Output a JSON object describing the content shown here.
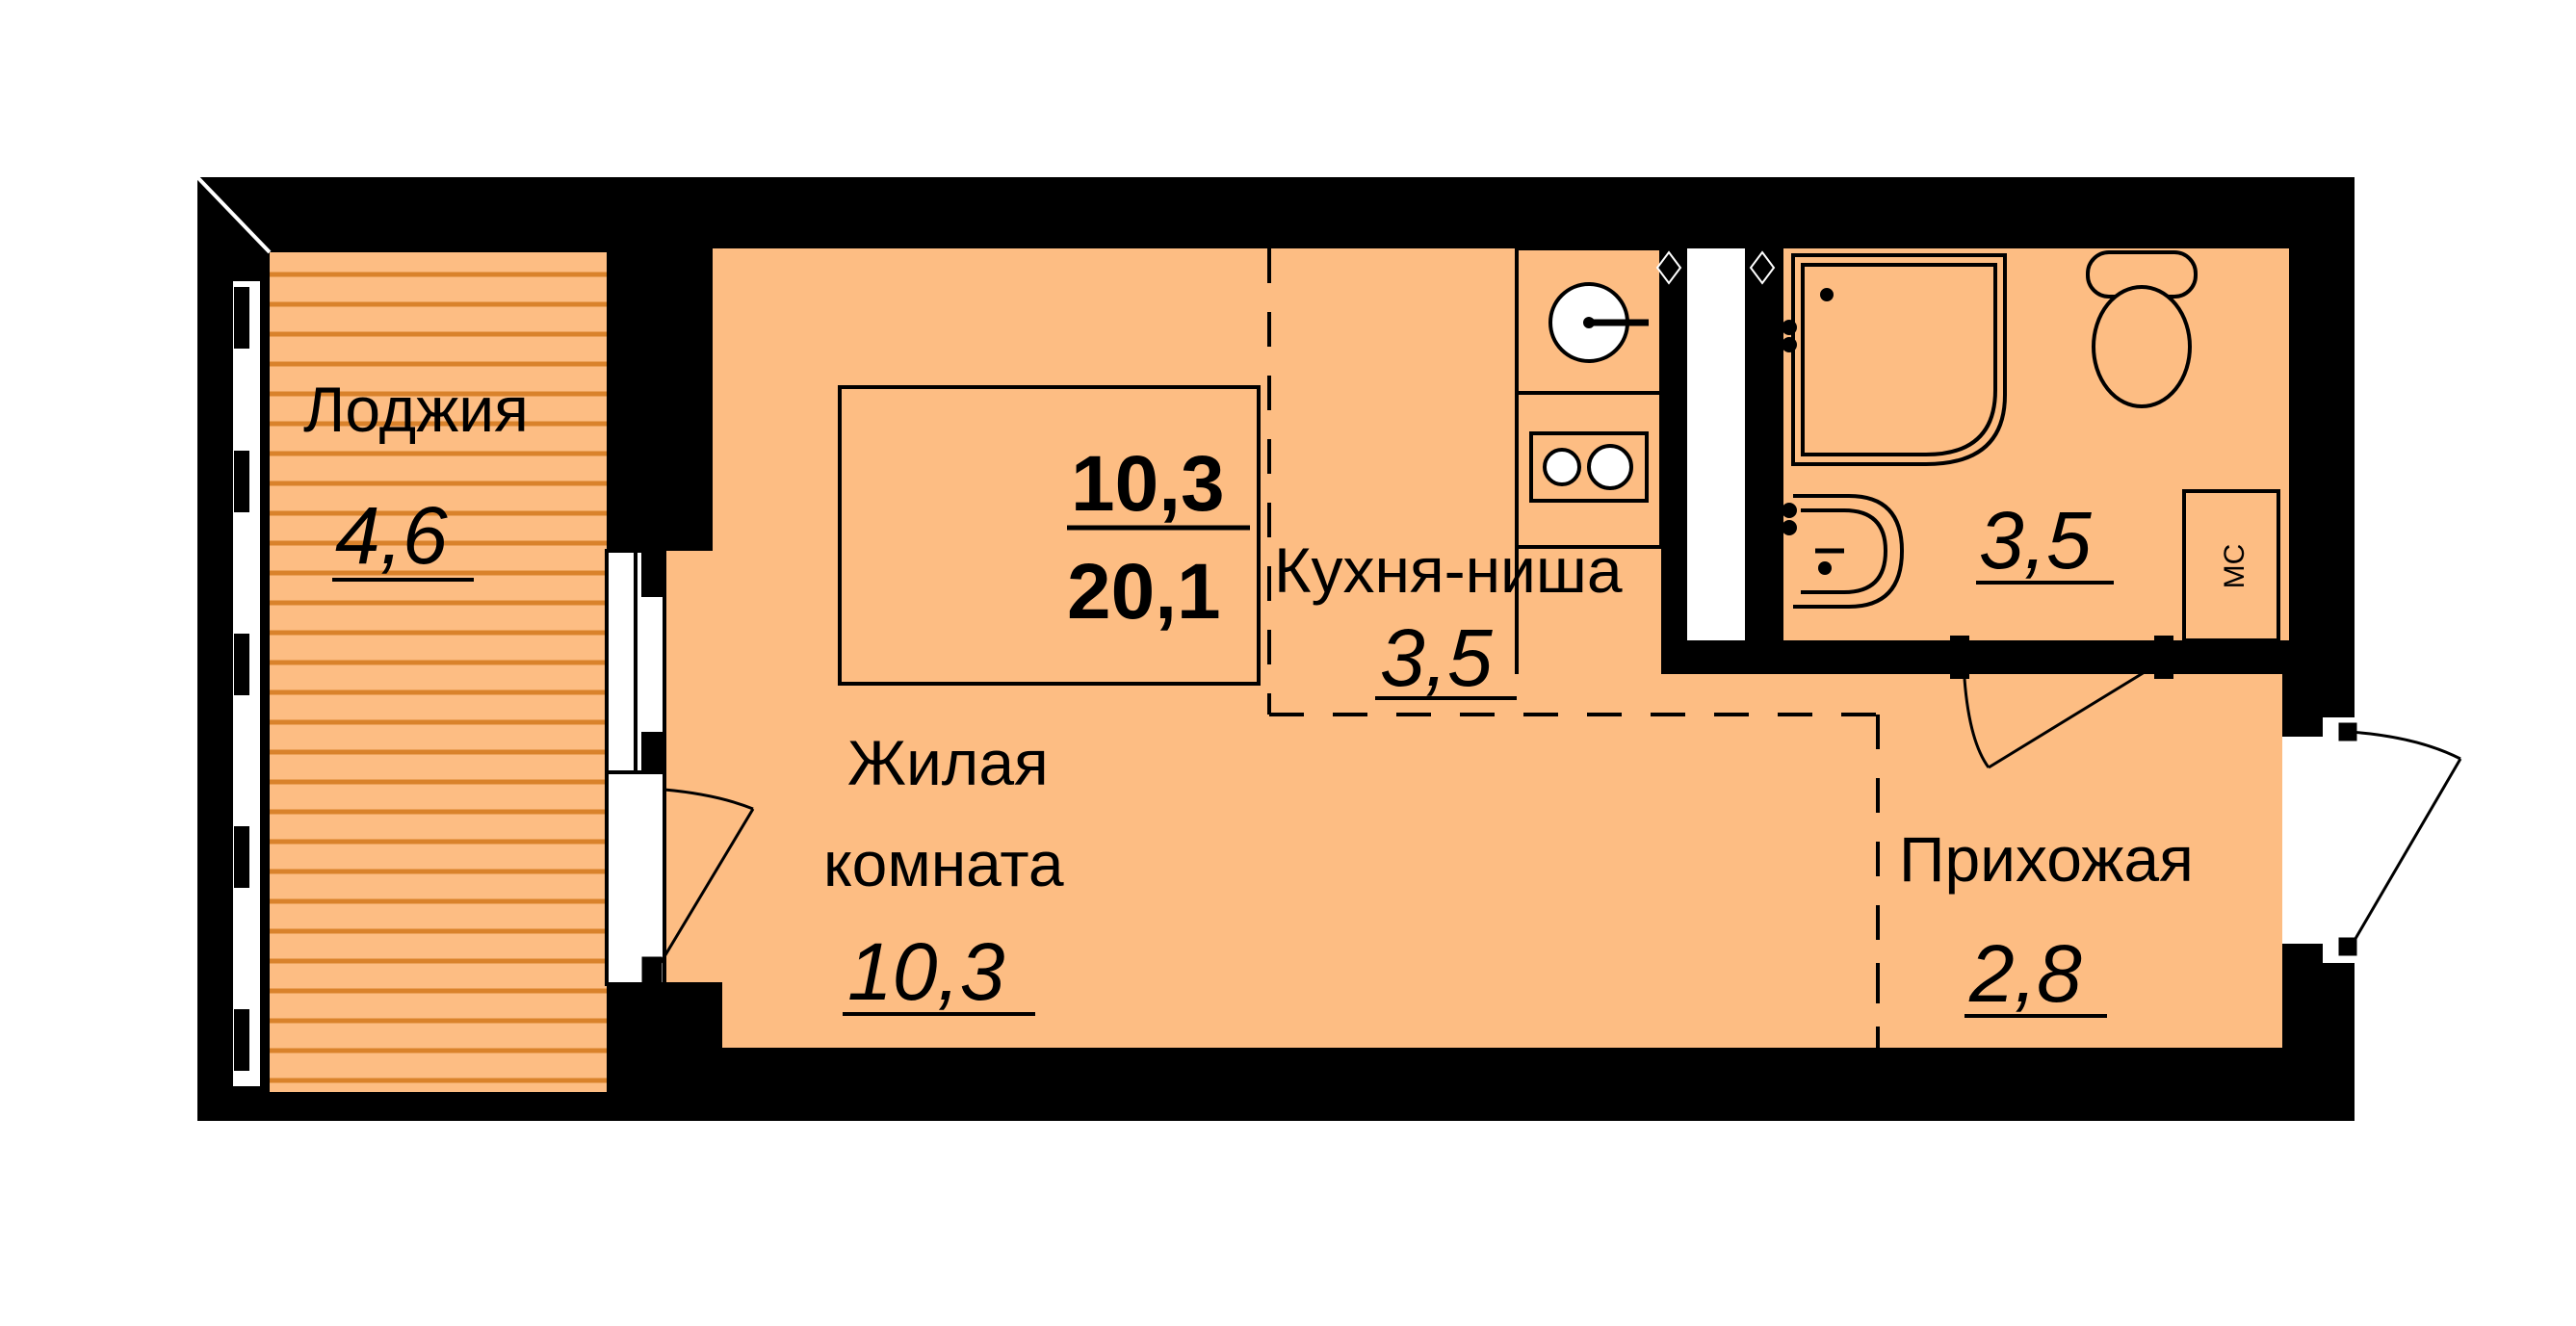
{
  "colors": {
    "floor": "#FDBD83",
    "wall": "#000000",
    "loggia_stripe": "#D9822B",
    "fixture": "#ffffff"
  },
  "summary": {
    "living_area": "10,3",
    "total_area": "20,1"
  },
  "rooms": {
    "loggia": {
      "name": "Лоджия",
      "area": "4,6"
    },
    "living": {
      "name_line1": "Жилая",
      "name_line2": "комната",
      "area": "10,3"
    },
    "kitchen": {
      "name": "Кухня-ниша",
      "area": "3,5"
    },
    "bathroom": {
      "area": "3,5",
      "shaft_label": "МС"
    },
    "hall": {
      "name": "Прихожая",
      "area": "2,8"
    }
  },
  "icons": [
    "bed-icon",
    "sink-icon",
    "stove-icon",
    "shower-icon",
    "toilet-icon",
    "washbasin-icon",
    "door-swing-icon",
    "window-icon"
  ]
}
